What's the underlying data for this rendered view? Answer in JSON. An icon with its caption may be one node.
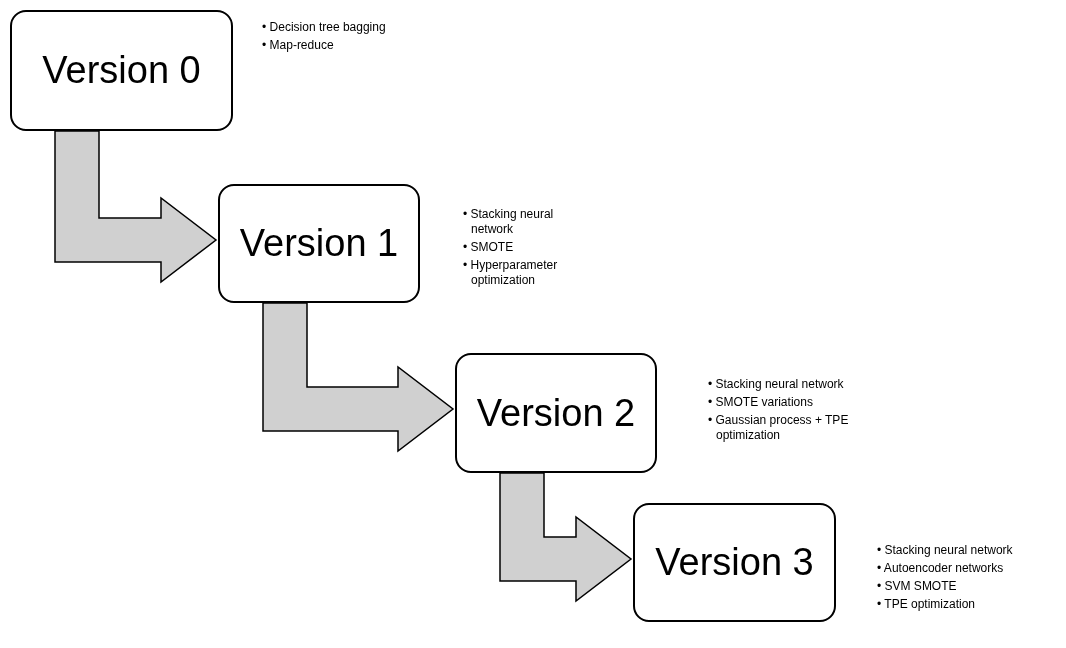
{
  "diagram": {
    "nodes": [
      {
        "text": [
          "Version 0"
        ],
        "beside": [
          "• Decision tree bagging",
          "• Map-reduce"
        ]
      },
      {
        "text": [
          "Version 1"
        ],
        "beside": [
          "• Stacking neural network",
          "• SMOTE",
          "• Hyperparameter optimization"
        ]
      },
      {
        "text": [
          "Version 2"
        ],
        "beside": [
          "• Stacking neural network",
          "• SMOTE variations",
          "• Gaussian process + TPE optimization"
        ]
      },
      {
        "text": [
          "Version 3"
        ],
        "beside": [
          "• Stacking neural network",
          "• Autoencoder networks",
          "• SVM SMOTE",
          "• TPE optimization"
        ]
      }
    ],
    "edges": [
      {
        "from": 0,
        "to": 1,
        "arrow": "to"
      },
      {
        "from": 1,
        "to": 2,
        "arrow": "to"
      },
      {
        "from": 2,
        "to": 3,
        "arrow": "to"
      }
    ]
  }
}
